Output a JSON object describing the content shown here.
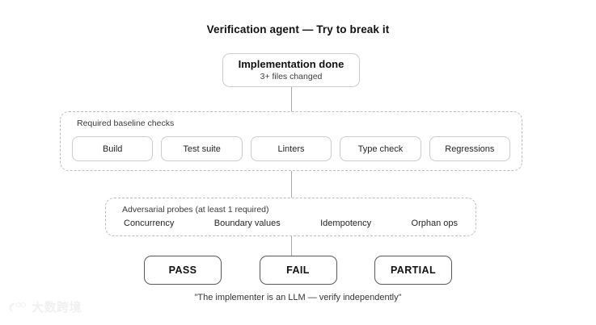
{
  "diagram": {
    "title": "Verification agent — Try to break it",
    "type": "flowchart",
    "background_color": "#ffffff",
    "top_node": {
      "title": "Implementation done",
      "subtitle": "3+ files changed"
    },
    "baseline_group": {
      "label": "Required baseline checks",
      "style": "dashed",
      "items": [
        {
          "label": "Build"
        },
        {
          "label": "Test suite"
        },
        {
          "label": "Linters"
        },
        {
          "label": "Type check"
        },
        {
          "label": "Regressions"
        }
      ]
    },
    "probes_group": {
      "label": "Adversarial probes (at least 1 required)",
      "style": "dashed",
      "items": [
        {
          "label": "Concurrency"
        },
        {
          "label": "Boundary values"
        },
        {
          "label": "Idempotency"
        },
        {
          "label": "Orphan ops"
        }
      ]
    },
    "outcomes": [
      {
        "label": "PASS"
      },
      {
        "label": "FAIL"
      },
      {
        "label": "PARTIAL"
      }
    ],
    "footer_quote": "\"The implementer is an LLM — verify independently\"",
    "colors": {
      "text": "#1c1c1c",
      "node_border": "#c9ccd1",
      "group_border": "#b9bcc2",
      "outcome_border": "#555a60",
      "connector": "#a8a8a8"
    }
  },
  "watermark": {
    "text": "大数跨境",
    "icon": "watermark-logo-icon"
  }
}
